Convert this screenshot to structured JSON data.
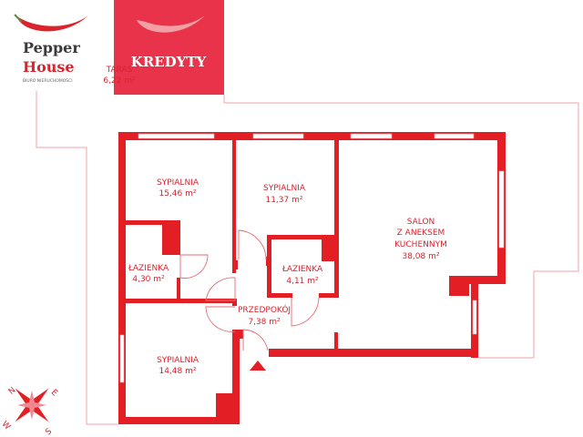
{
  "brand": {
    "name_line1": "Pepper",
    "name_line2": "House",
    "tagline": "BIURO NIERUCHOMOŚCI",
    "credit_banner": "KREDYTY"
  },
  "colors": {
    "wall": "#e31e24",
    "banner": "#e8334a",
    "brand_dark": "#3a3a3a"
  },
  "rooms": {
    "terrace": {
      "name": "TARAS",
      "area": "6,22 m²"
    },
    "bedroom1": {
      "name": "SYPIALNIA",
      "area": "15,46 m²"
    },
    "bedroom2": {
      "name": "SYPIALNIA",
      "area": "11,37 m²"
    },
    "living": {
      "name1": "SALON",
      "name2": "Z ANEKSEM",
      "name3": "KUCHENNYM",
      "area": "38,08 m²"
    },
    "bathroom1": {
      "name": "ŁAZIENKA",
      "area": "4,30 m²"
    },
    "bathroom2": {
      "name": "ŁAZIENKA",
      "area": "4,11 m²"
    },
    "hall": {
      "name": "PRZEDPOKÓJ",
      "area": "7,38 m²"
    },
    "bedroom3": {
      "name": "SYPIALNIA",
      "area": "14,48 m²"
    }
  },
  "compass": {
    "n": "N",
    "e": "E",
    "s": "S",
    "w": "W"
  }
}
